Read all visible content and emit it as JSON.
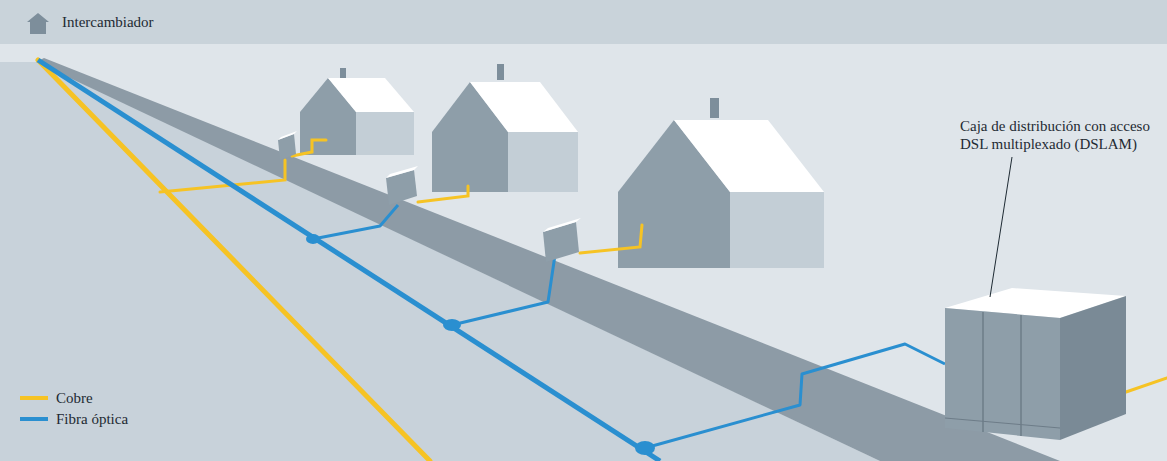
{
  "diagram": {
    "labels": [
      "Intercambiador",
      "Caja de distribución con acceso DSL multiplexado (DSLAM)"
    ],
    "legend": [
      {
        "text": "Cobre",
        "color": "#f6c324"
      },
      {
        "text": "Fibra óptica",
        "color": "#2a8fd0"
      }
    ]
  }
}
